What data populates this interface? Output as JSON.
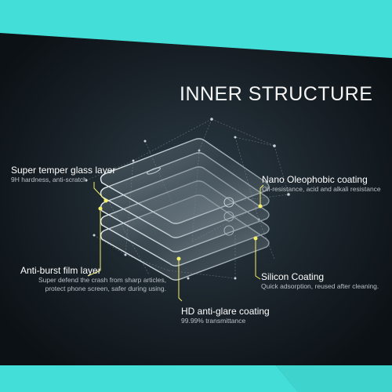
{
  "headline": "INNER STRUCTURE",
  "layers": [
    {
      "title": "Super temper glass layer",
      "subtitle": "9H hardness, anti-scratch"
    },
    {
      "title": "Nano Oleophobic coating",
      "subtitle": "Oil-resistance, acid and alkali resistance"
    },
    {
      "title": "Silicon Coating",
      "subtitle": "Quick adsorption, reused after cleaning."
    },
    {
      "title": "Anti-burst film layer",
      "subtitle": "Super defend the crash from sharp articles,",
      "subtitle2": "protect phone screen, safer during using."
    },
    {
      "title": "HD anti-glare coating",
      "subtitle": "99.99% transmittance"
    }
  ],
  "colors": {
    "frame": "#44ded9",
    "panel_dark": "#0f1418",
    "panel_light": "#2d3c46",
    "accent": "#f4f06a",
    "text": "#ffffff",
    "subtext": "#b9c0c5"
  }
}
